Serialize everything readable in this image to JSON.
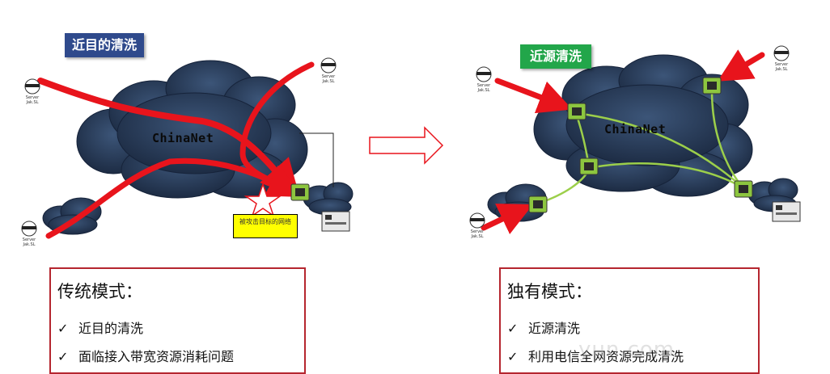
{
  "left_panel": {
    "tag": "近目的清洗",
    "cloud_label": "ChinaNet",
    "victim_note": "被攻击目标的网络",
    "box_title": "传统模式：",
    "bullets": [
      "近目的清洗",
      "面临接入带宽资源消耗问题"
    ]
  },
  "right_panel": {
    "tag": "近源清洗",
    "cloud_label": "ChinaNet",
    "box_title": "独有模式：",
    "bullets": [
      "近源清洗",
      "利用电信全网资源完成清洗"
    ]
  },
  "hacker_caption": "Server Jak.SL",
  "checkmark": "✓",
  "watermark": "yun.com",
  "colors": {
    "cloud": "#2c3f5e",
    "attack_arrow": "#e8141c",
    "clean_path": "#9ccf4a",
    "tag_left": "#2f4a8c",
    "tag_right": "#22a64a",
    "box_border": "#b5262f",
    "note_bg": "#ffff00"
  }
}
